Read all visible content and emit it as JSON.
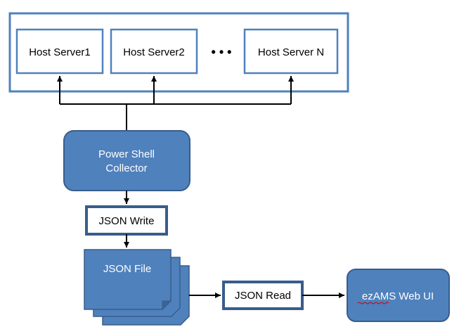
{
  "hosts": [
    "Host Server1",
    "Host Server2",
    "Host Server N"
  ],
  "ellipsis": "• • •",
  "collector": {
    "line1": "Power Shell",
    "line2": "Collector"
  },
  "json_write": "JSON Write",
  "json_file": "JSON File",
  "json_read": "JSON Read",
  "web_ui": {
    "prefix": "ezAMS",
    "suffix": " Web UI"
  },
  "colors": {
    "frame_blue": "#4f81bd",
    "node_fill": "#4f81bd",
    "node_stroke": "#385d8a",
    "text_white": "#ffffff",
    "line": "#000000",
    "spell_underline": "#d00000"
  }
}
